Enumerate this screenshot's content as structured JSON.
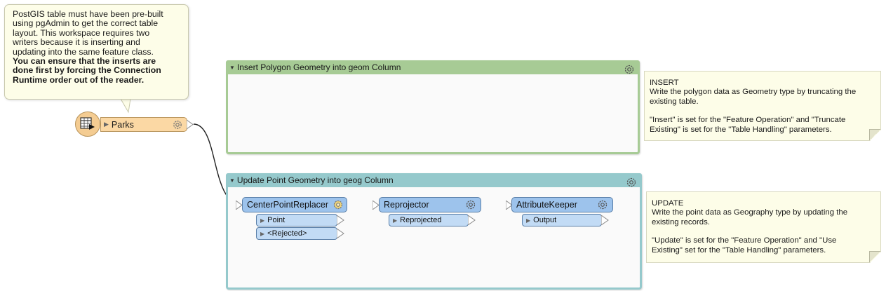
{
  "callout": {
    "line1": "PostGIS table must have been pre-built",
    "line2": "using pgAdmin to get the correct table",
    "line3": "layout. This workspace requires two",
    "line4": "writers because it is inserting and",
    "line5": "updating into the same feature class.",
    "bold1": "You can ensure that the inserts are",
    "bold2": "done first by forcing the Connection",
    "bold3": "Runtime order out of the reader."
  },
  "reader": {
    "label": "Parks"
  },
  "bookmarks": {
    "insert": {
      "title": "Insert Polygon Geometry into geom Column"
    },
    "update": {
      "title": "Update Point Geometry into geog Column"
    }
  },
  "transformers": {
    "center_point_replacer": {
      "name": "CenterPointReplacer",
      "port_point": "Point",
      "port_rejected": "<Rejected>"
    },
    "reprojector": {
      "name": "Reprojector",
      "port_reprojected": "Reprojected"
    },
    "attribute_keeper": {
      "name": "AttributeKeeper",
      "port_output": "Output"
    }
  },
  "notes": {
    "insert": {
      "heading": "INSERT",
      "line1": "Write the polygon data as Geometry type by truncating the",
      "line2": "existing table.",
      "line3": "\"Insert\" is set for the \"Feature Operation\" and \"Truncate",
      "line4": "Existing\" is set for the \"Table Handling\" parameters."
    },
    "update": {
      "heading": "UPDATE",
      "line1": "Write the point data as Geography type by updating the",
      "line2": "existing records.",
      "line3": "\"Update\" is set for the \"Feature Operation\" and \"Use",
      "line4": "Existing\" set for the \"Table Handling\" parameters."
    }
  },
  "colors": {
    "insert_bookmark": "#a7cb95",
    "update_bookmark": "#95c9cc",
    "transformer": "#9dc3ec",
    "reader": "#fbd8a4",
    "note": "#fdfde8"
  },
  "icons": {
    "gear": "gear-icon",
    "reader": "table-reader-icon"
  }
}
